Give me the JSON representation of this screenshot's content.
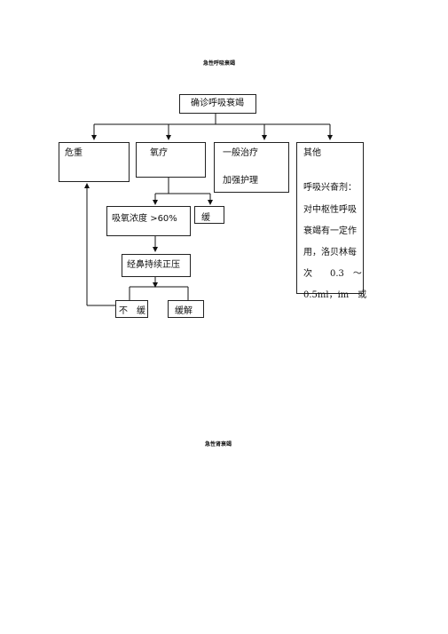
{
  "page_title": "急性呼吸衰竭",
  "diagram": {
    "root": "确诊呼吸衰竭",
    "branch_1": "危重",
    "branch_2": "氧疗",
    "branch_3_line1": "一般治疗",
    "branch_3_line2": "加强护理",
    "branch_4_title": "其他",
    "branch_4_lines": [
      "呼吸兴奋剂：",
      "对中枢性呼吸",
      "衰竭有一定作",
      "用，洛贝林每",
      "次　　0.3　～",
      "0.5ml，im　或"
    ],
    "oxygen_high_prefix": "吸氧浓度 ",
    "oxygen_high_value": ">60%",
    "oxygen_low": "缓",
    "cpap": "经鼻持续正压",
    "not_relieved": "不　缓",
    "relieved": "缓解"
  },
  "section_title_2": "急性肾衰竭"
}
